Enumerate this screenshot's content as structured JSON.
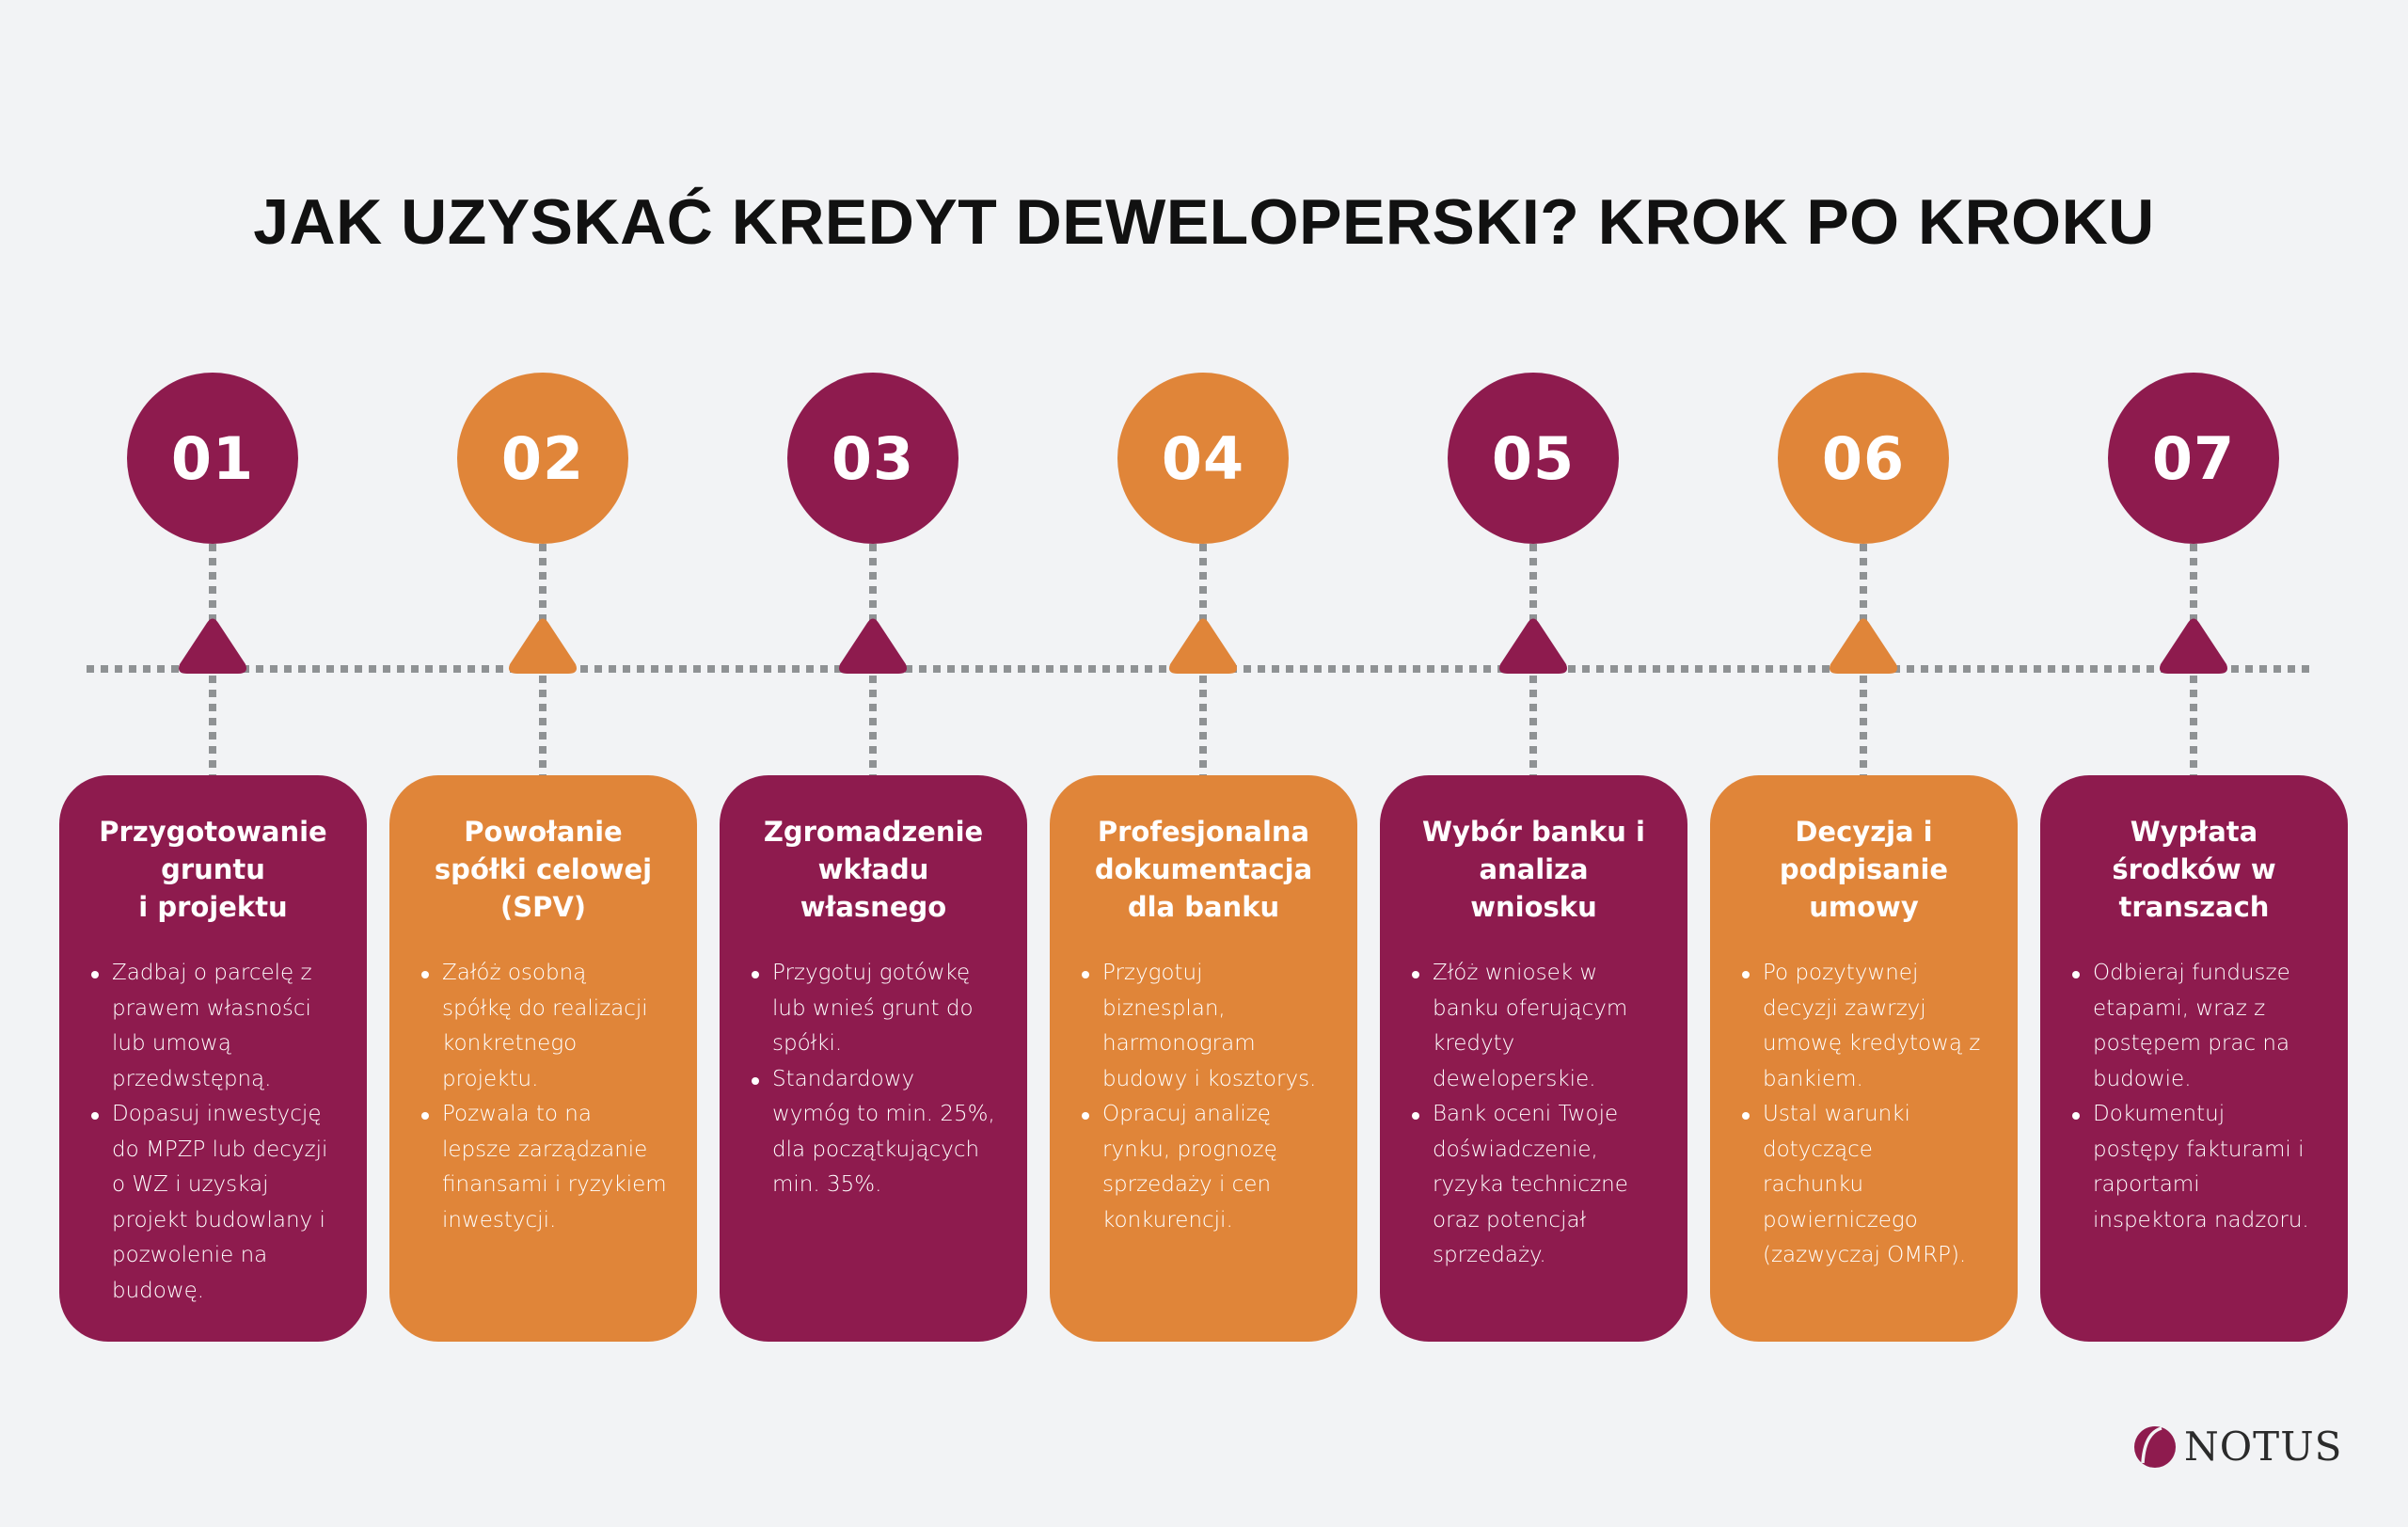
{
  "title": "JAK UZYSKAĆ KREDYT DEWELOPERSKI? KROK PO KROKU",
  "colors": {
    "background": "#f2f3f5",
    "plum": "#8e1b4e",
    "orange": "#e08539",
    "connector": "#8f9294",
    "title_text": "#111111"
  },
  "steps": [
    {
      "number": "01",
      "color": "plum",
      "title": "Przygotowanie\ngruntu\ni projektu",
      "bullets": [
        "Zadbaj o parcelę z\nprawem własności\nlub umową\nprzedwstępną.",
        "Dopasuj inwestycję\ndo MPZP lub decyzji\no WZ i uzyskaj\nprojekt budowlany i\npozwolenie na\nbudowę."
      ]
    },
    {
      "number": "02",
      "color": "orange",
      "title": "Powołanie\nspółki celowej\n(SPV)",
      "bullets": [
        "Załóż osobną\nspółkę do realizacji\nkonkretnego\nprojektu.",
        "Pozwala to na\nlepsze zarządzanie\nfinansami i ryzykiem\ninwestycji."
      ]
    },
    {
      "number": "03",
      "color": "plum",
      "title": "Zgromadzenie\nwkładu\nwłasnego",
      "bullets": [
        "Przygotuj gotówkę\nlub wnieś grunt do\nspółki.",
        "Standardowy\nwymóg to min. 25%,\ndla początkujących\nmin. 35%."
      ]
    },
    {
      "number": "04",
      "color": "orange",
      "title": "Profesjonalna\ndokumentacja\ndla banku",
      "bullets": [
        "Przygotuj\nbiznesplan,\nharmonogram\nbudowy i kosztorys.",
        "Opracuj analizę\nrynku, prognozę\nsprzedaży i cen\nkonkurencji."
      ]
    },
    {
      "number": "05",
      "color": "plum",
      "title": "Wybór banku i\nanaliza\nwniosku",
      "bullets": [
        "Złóż wniosek w\nbanku oferującym\nkredyty\ndeweloperskie.",
        "Bank oceni Twoje\ndoświadczenie,\nryzyka techniczne\noraz potencjał\nsprzedaży."
      ]
    },
    {
      "number": "06",
      "color": "orange",
      "title": "Decyzja i\npodpisanie\numowy",
      "bullets": [
        "Po pozytywnej\ndecyzji zawrzyj\numowę kredytową z\nbankiem.",
        "Ustal warunki\ndotyczące\nrachunku\npowierniczego\n(zazwyczaj OMRP)."
      ]
    },
    {
      "number": "07",
      "color": "plum",
      "title": "Wypłata\nśrodków w\ntranszach",
      "bullets": [
        "Odbieraj fundusze\netapami, wraz z\npostępem prac na\nbudowie.",
        "Dokumentuj\npostępy fakturami i\nraportami\ninspektora nadzoru."
      ]
    }
  ],
  "logo": {
    "text": "NOTUS",
    "icon": "notus-circle-logo-icon"
  }
}
